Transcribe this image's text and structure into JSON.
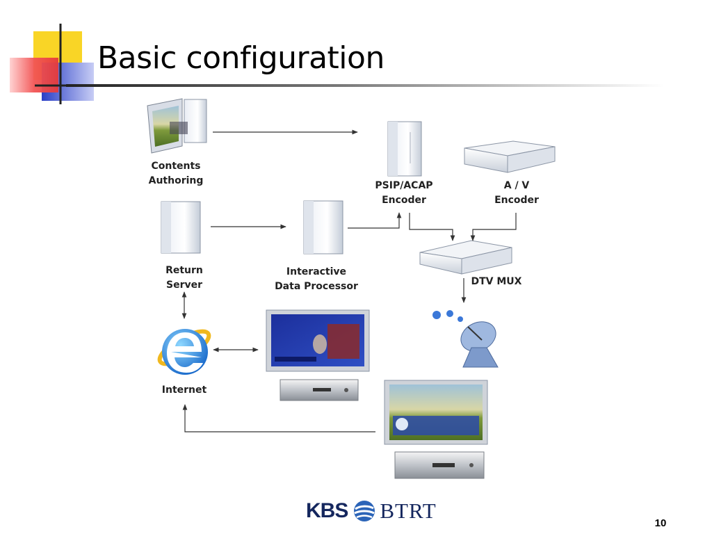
{
  "slide": {
    "title": "Basic configuration",
    "page_number": "10"
  },
  "logo": {
    "kbs": "KBS",
    "btrt": "BTRT"
  },
  "diagram": {
    "contents_authoring": "Contents\nAuthoring",
    "psip_acap_encoder": "PSIP/ACAP\nEncoder",
    "av_encoder": "A / V\nEncoder",
    "return_server": "Return\nServer",
    "interactive_data_processor": "Interactive\nData Processor",
    "dtv_mux": "DTV MUX",
    "internet": "Internet"
  },
  "colors": {
    "accent_yellow": "#f9d526",
    "accent_red": "#f25555",
    "accent_blue": "#3a4fd0",
    "logo_navy": "#15275e"
  }
}
